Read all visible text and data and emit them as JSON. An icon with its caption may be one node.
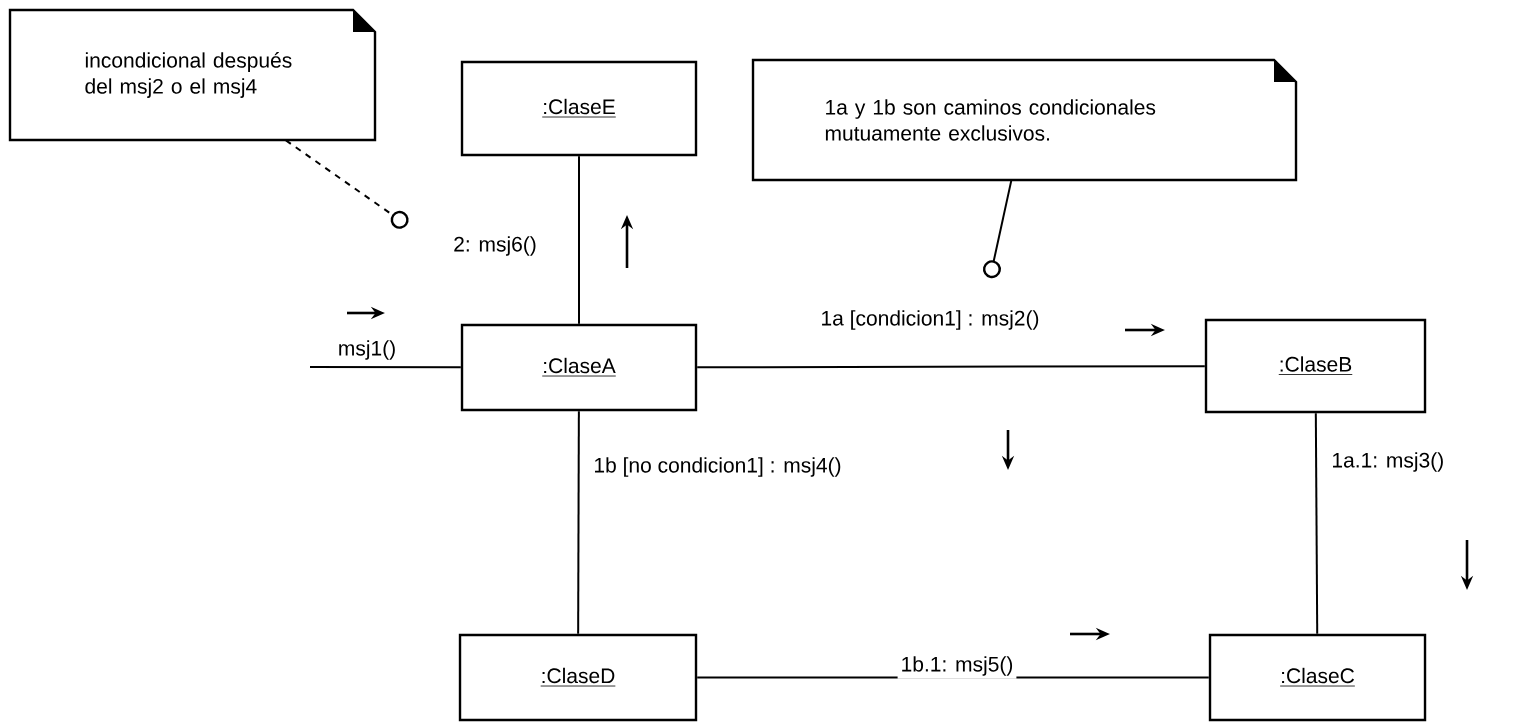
{
  "diagram": {
    "nodes": [
      {
        "text": [
          "incondicional después del msj2 o el msj4"
        ]
      },
      {
        "text": [
          ":ClaseE"
        ]
      },
      {
        "text": [
          "1a y 1b son caminos condicionales mutuamente exclusivos."
        ]
      },
      {
        "text": [
          ":ClaseA"
        ]
      },
      {
        "text": [
          ":ClaseB"
        ]
      },
      {
        "text": [
          ":ClaseD"
        ]
      },
      {
        "text": [
          ":ClaseC"
        ]
      }
    ],
    "edges": [
      {
        "from": null,
        "to": 3,
        "arrow": "none",
        "label": "msj1()"
      },
      {
        "from": 3,
        "to": 1,
        "arrow": "none",
        "label": "2: msj6()"
      },
      {
        "from": 3,
        "to": 4,
        "arrow": "none",
        "label": "1a [condicion1] : msj2()"
      },
      {
        "from": 3,
        "to": 5,
        "arrow": "none",
        "label": "1b [no condicion1] : msj4()"
      },
      {
        "from": 4,
        "to": 6,
        "arrow": "none",
        "label": "1a.1: msj3()"
      },
      {
        "from": 5,
        "to": 6,
        "arrow": "none",
        "label": "1b.1: msj5()"
      },
      {
        "from": 0,
        "to": null,
        "arrow": "other",
        "style": "dashed"
      },
      {
        "from": 2,
        "to": null,
        "arrow": "other"
      }
    ]
  }
}
